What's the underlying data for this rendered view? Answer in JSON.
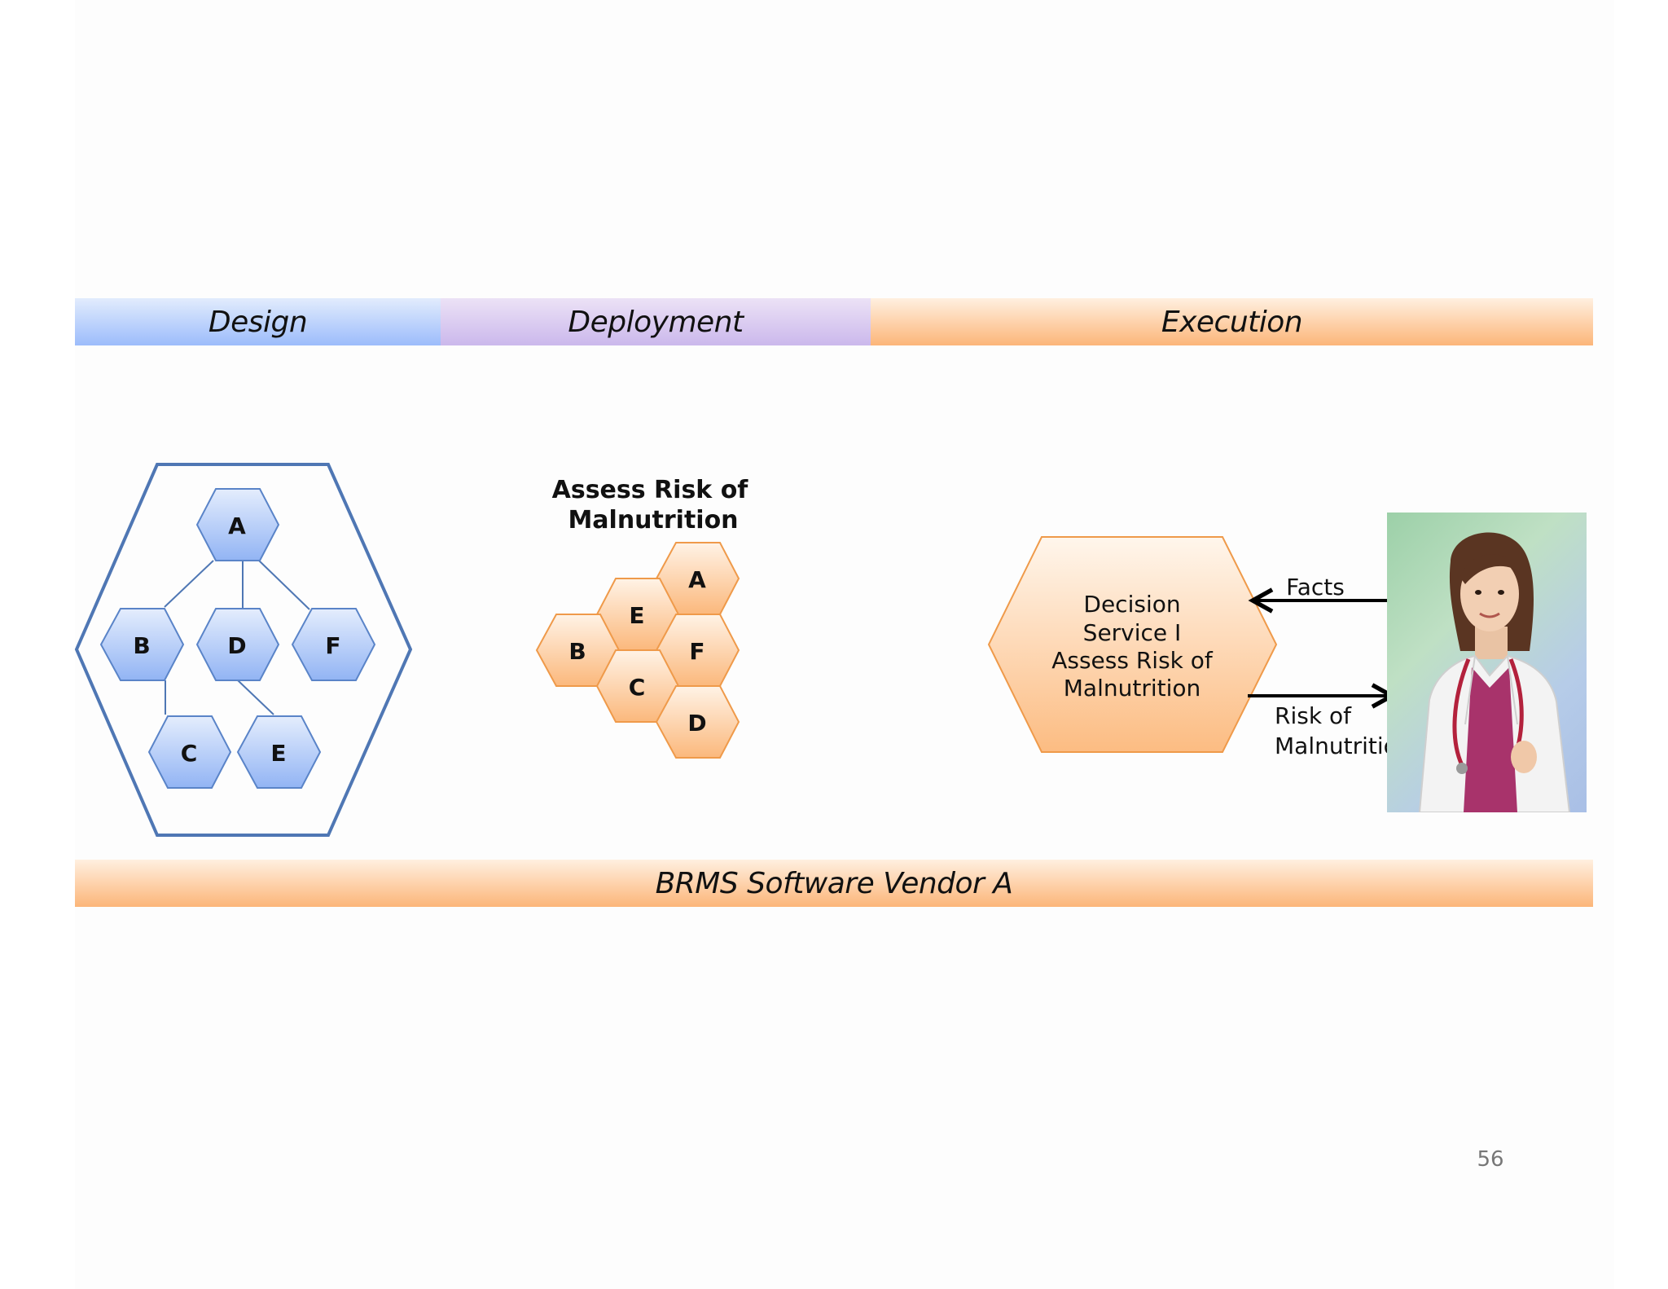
{
  "bands": {
    "design": "Design",
    "deployment": "Deployment",
    "execution": "Execution",
    "vendor": "BRMS Software Vendor A"
  },
  "design": {
    "nodes": [
      "A",
      "B",
      "D",
      "F",
      "C",
      "E"
    ]
  },
  "deployment": {
    "title_line1": "Assess Risk of",
    "title_line2": "Malnutrition",
    "nodes": [
      "A",
      "E",
      "B",
      "F",
      "C",
      "D"
    ]
  },
  "execution": {
    "service_lines": [
      "Decision",
      "Service I",
      "Assess Risk of",
      "Malnutrition"
    ],
    "facts_label": "Facts",
    "output_line1": "Risk of",
    "output_line2": "Malnutrition"
  },
  "page_number": "56",
  "colors": {
    "blue_stroke": "#5a84c8",
    "orange_stroke": "#ef9a4a",
    "outer_hex_stroke": "#4f77b4"
  },
  "icons": {
    "photo": "doctor-photo"
  }
}
